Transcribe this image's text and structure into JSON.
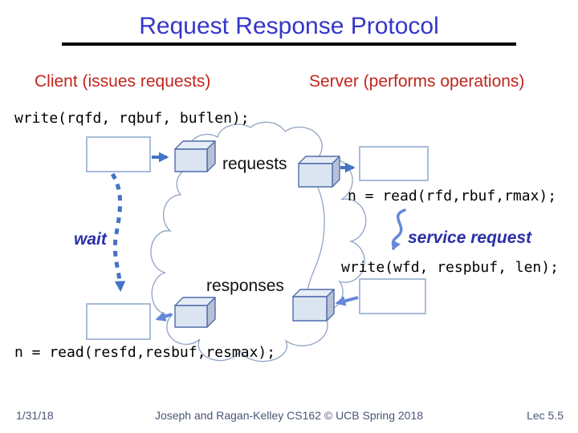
{
  "slide": {
    "title": "Request Response Protocol",
    "client_heading": "Client (issues requests)",
    "server_heading": "Server (performs operations)",
    "code": {
      "client_write": "write(rqfd, rqbuf, buflen);",
      "server_read": "n = read(rfd,rbuf,rmax);",
      "server_write": "write(wfd, respbuf, len);",
      "client_read": "n = read(resfd,resbuf,resmax);"
    },
    "labels": {
      "requests": "requests",
      "responses": "responses",
      "wait": "wait",
      "service_request": "service request"
    },
    "footer": {
      "date": "1/31/18",
      "credit": "Joseph and Ragan-Kelley CS162 © UCB Spring 2018",
      "lecture": "Lec 5.5"
    },
    "colors": {
      "title": "#3437c8",
      "underline": "#000000",
      "heading": "#c1251c",
      "code": "#000000",
      "label": "#111111",
      "annotation": "#2b2fa8",
      "arrow": "#4472c4",
      "arrow_light": "#6488d8",
      "cloud_stroke": "#8fa3c2",
      "box_border": "#8ca6cc",
      "cube_fill": "#dbe5f2",
      "cube_top": "#e7edf6",
      "cube_side": "#b7c1d6",
      "cube_border": "#4f6cab",
      "footer": "#4a5578"
    }
  }
}
